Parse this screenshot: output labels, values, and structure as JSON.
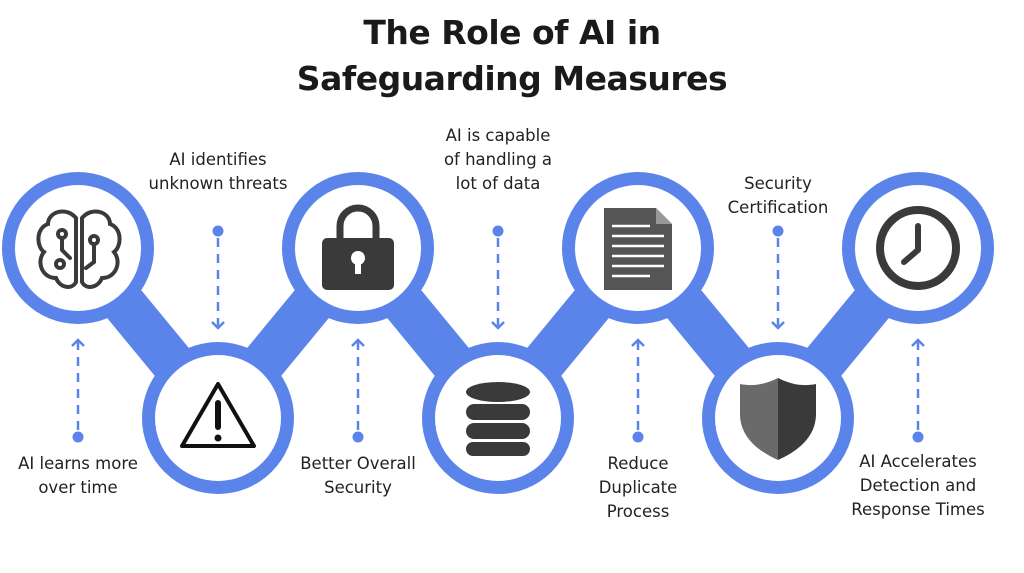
{
  "title_line1": "The Role of AI in",
  "title_line2": "Safeguarding Measures",
  "colors": {
    "accent": "#5b84ea",
    "icon": "#3a3a3a"
  },
  "steps": [
    {
      "icon": "brain-circuit-icon",
      "label": "AI learns more over time"
    },
    {
      "icon": "warning-triangle-icon",
      "label": "AI identifies unknown threats"
    },
    {
      "icon": "padlock-icon",
      "label": "Better Overall Security"
    },
    {
      "icon": "database-icon",
      "label": "AI is capable of handling a lot of data"
    },
    {
      "icon": "document-icon",
      "label": "Reduce Duplicate Process"
    },
    {
      "icon": "shield-icon",
      "label": "Security Certification"
    },
    {
      "icon": "clock-icon",
      "label": "AI Accelerates Detection and Response Times"
    }
  ]
}
